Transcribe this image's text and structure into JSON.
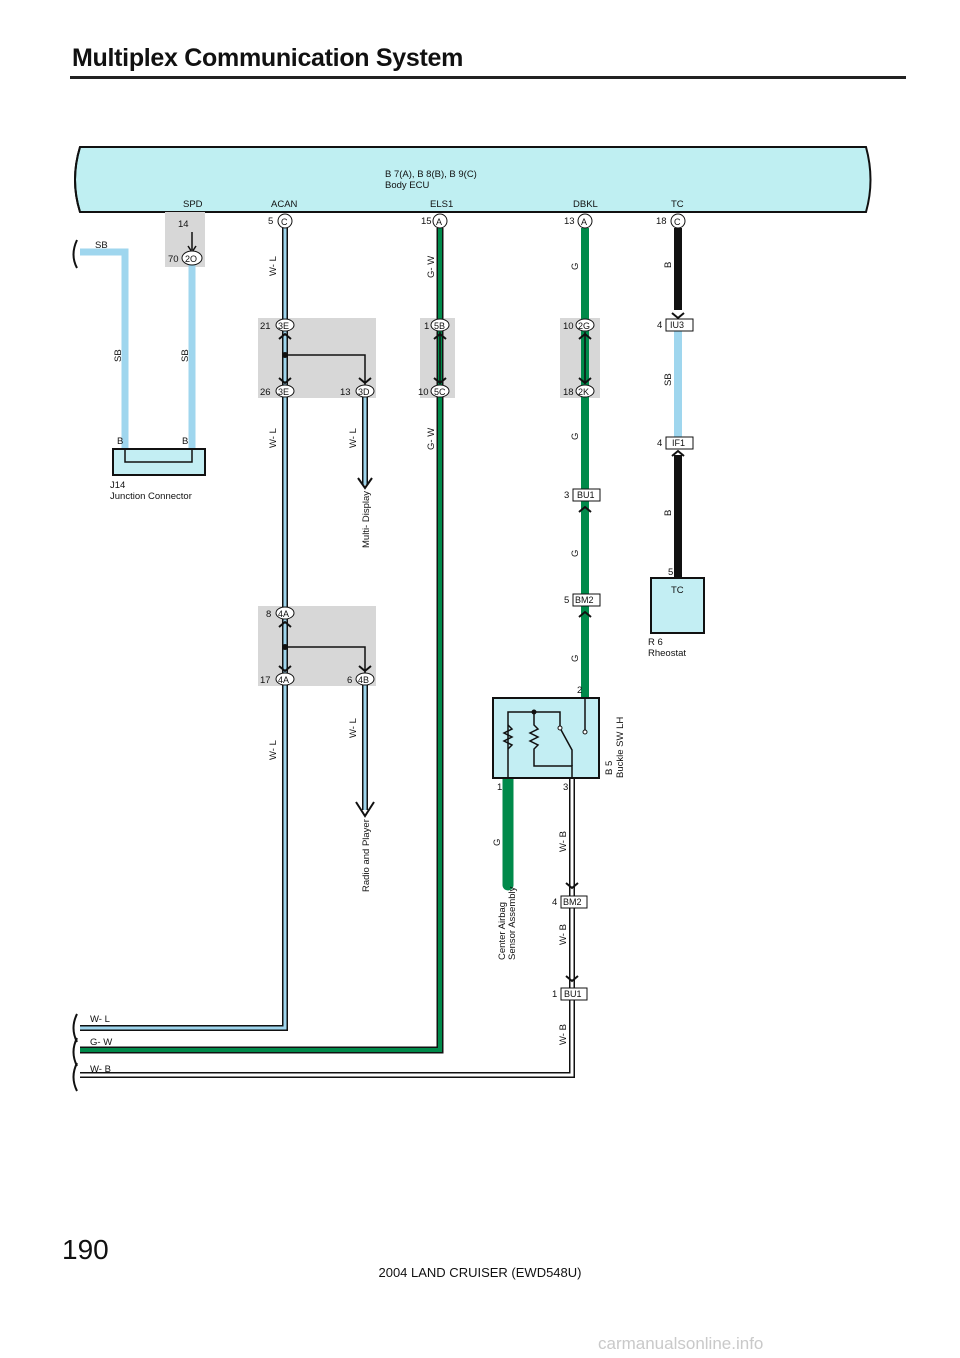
{
  "page": {
    "title": "Multiplex Communication System",
    "page_number": "190",
    "footer": "2004 LAND CRUISER (EWD548U)",
    "watermark": "carmanualsonline.info"
  },
  "ecu": {
    "code": "B 7(A), B 8(B), B 9(C)",
    "name": "Body ECU",
    "terminals": {
      "spd": "SPD",
      "acan": "ACAN",
      "els1": "ELS1",
      "dbkl": "DBKL",
      "tc": "TC"
    }
  },
  "pins": {
    "spd_pin": "14",
    "j_pin": "70",
    "j_conn": "2O",
    "acan_pin": "5",
    "acan_conn": "C",
    "els1_pin": "15",
    "els1_conn": "A",
    "dbkl_pin": "13",
    "dbkl_conn": "A",
    "tc_pin": "18",
    "tc_conn": "C",
    "p21": "21",
    "c3e_a": "3E",
    "p26": "26",
    "c3e_b": "3E",
    "p13": "13",
    "c3d": "3D",
    "p1": "1",
    "c5b": "5B",
    "p10a": "10",
    "c5c": "5C",
    "p10b": "10",
    "c2g": "2G",
    "p18": "18",
    "c2k": "2K",
    "p4a": "4",
    "ciu3": "IU3",
    "p4b": "4",
    "cif1": "IF1",
    "p3": "3",
    "cbu1a": "BU1",
    "p5": "5",
    "cbm2a": "BM2",
    "p8": "8",
    "c4a_a": "4A",
    "p17": "17",
    "c4a_b": "4A",
    "p6": "6",
    "c4b": "4B",
    "p4c": "4",
    "cbm2b": "BM2",
    "p1b": "1",
    "cbu1b": "BU1",
    "tc_p5": "5",
    "buckle_p2": "2",
    "buckle_p1": "1",
    "buckle_p3": "3"
  },
  "wires": {
    "sb": "SB",
    "wl": "W- L",
    "gw": "G- W",
    "g": "G",
    "b": "B",
    "wb": "W- B"
  },
  "components": {
    "j14_code": "J14",
    "j14_name": "Junction Connector",
    "j14_b1": "B",
    "j14_b2": "B",
    "r6_code": "R 6",
    "r6_name": "Rheostat",
    "r6_label": "TC",
    "b5_code": "B 5",
    "b5_name": "Buckle SW LH",
    "multi_display": "Multi- Display",
    "radio": "Radio and Player",
    "airbag1": "Center Airbag",
    "airbag2": "Sensor Assembly"
  },
  "colors": {
    "ecu_fill": "#bfeff2",
    "sb_wire": "#9fd6ee",
    "green_wire": "#008a4a",
    "splice_box": "#d7d7d7",
    "component_fill": "#c3eef3"
  }
}
